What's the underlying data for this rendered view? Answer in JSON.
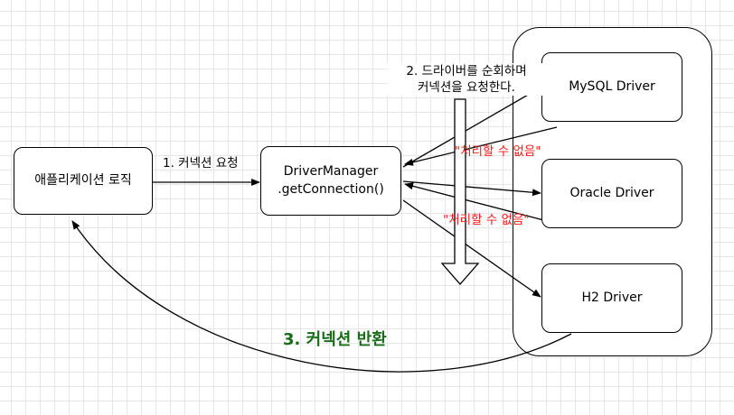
{
  "nodes": {
    "app_logic": "애플리케이션 로직",
    "driver_manager": [
      "DriverManager",
      ".getConnection()"
    ],
    "mysql": "MySQL Driver",
    "oracle": "Oracle Driver",
    "h2": "H2 Driver"
  },
  "edge_labels": {
    "request": "1. 커넥션 요청",
    "iterate": [
      "2. 드라이버를 순회하며",
      "커넥션을 요청한다."
    ],
    "cannot_handle_1": "\"처리할 수 없음\"",
    "cannot_handle_2": "\"처리할 수 없음\"",
    "return_conn": "3. 커넥션 반환"
  },
  "colors": {
    "rejection_text": "#ff1a1a",
    "return_text": "#1a6b1a"
  }
}
